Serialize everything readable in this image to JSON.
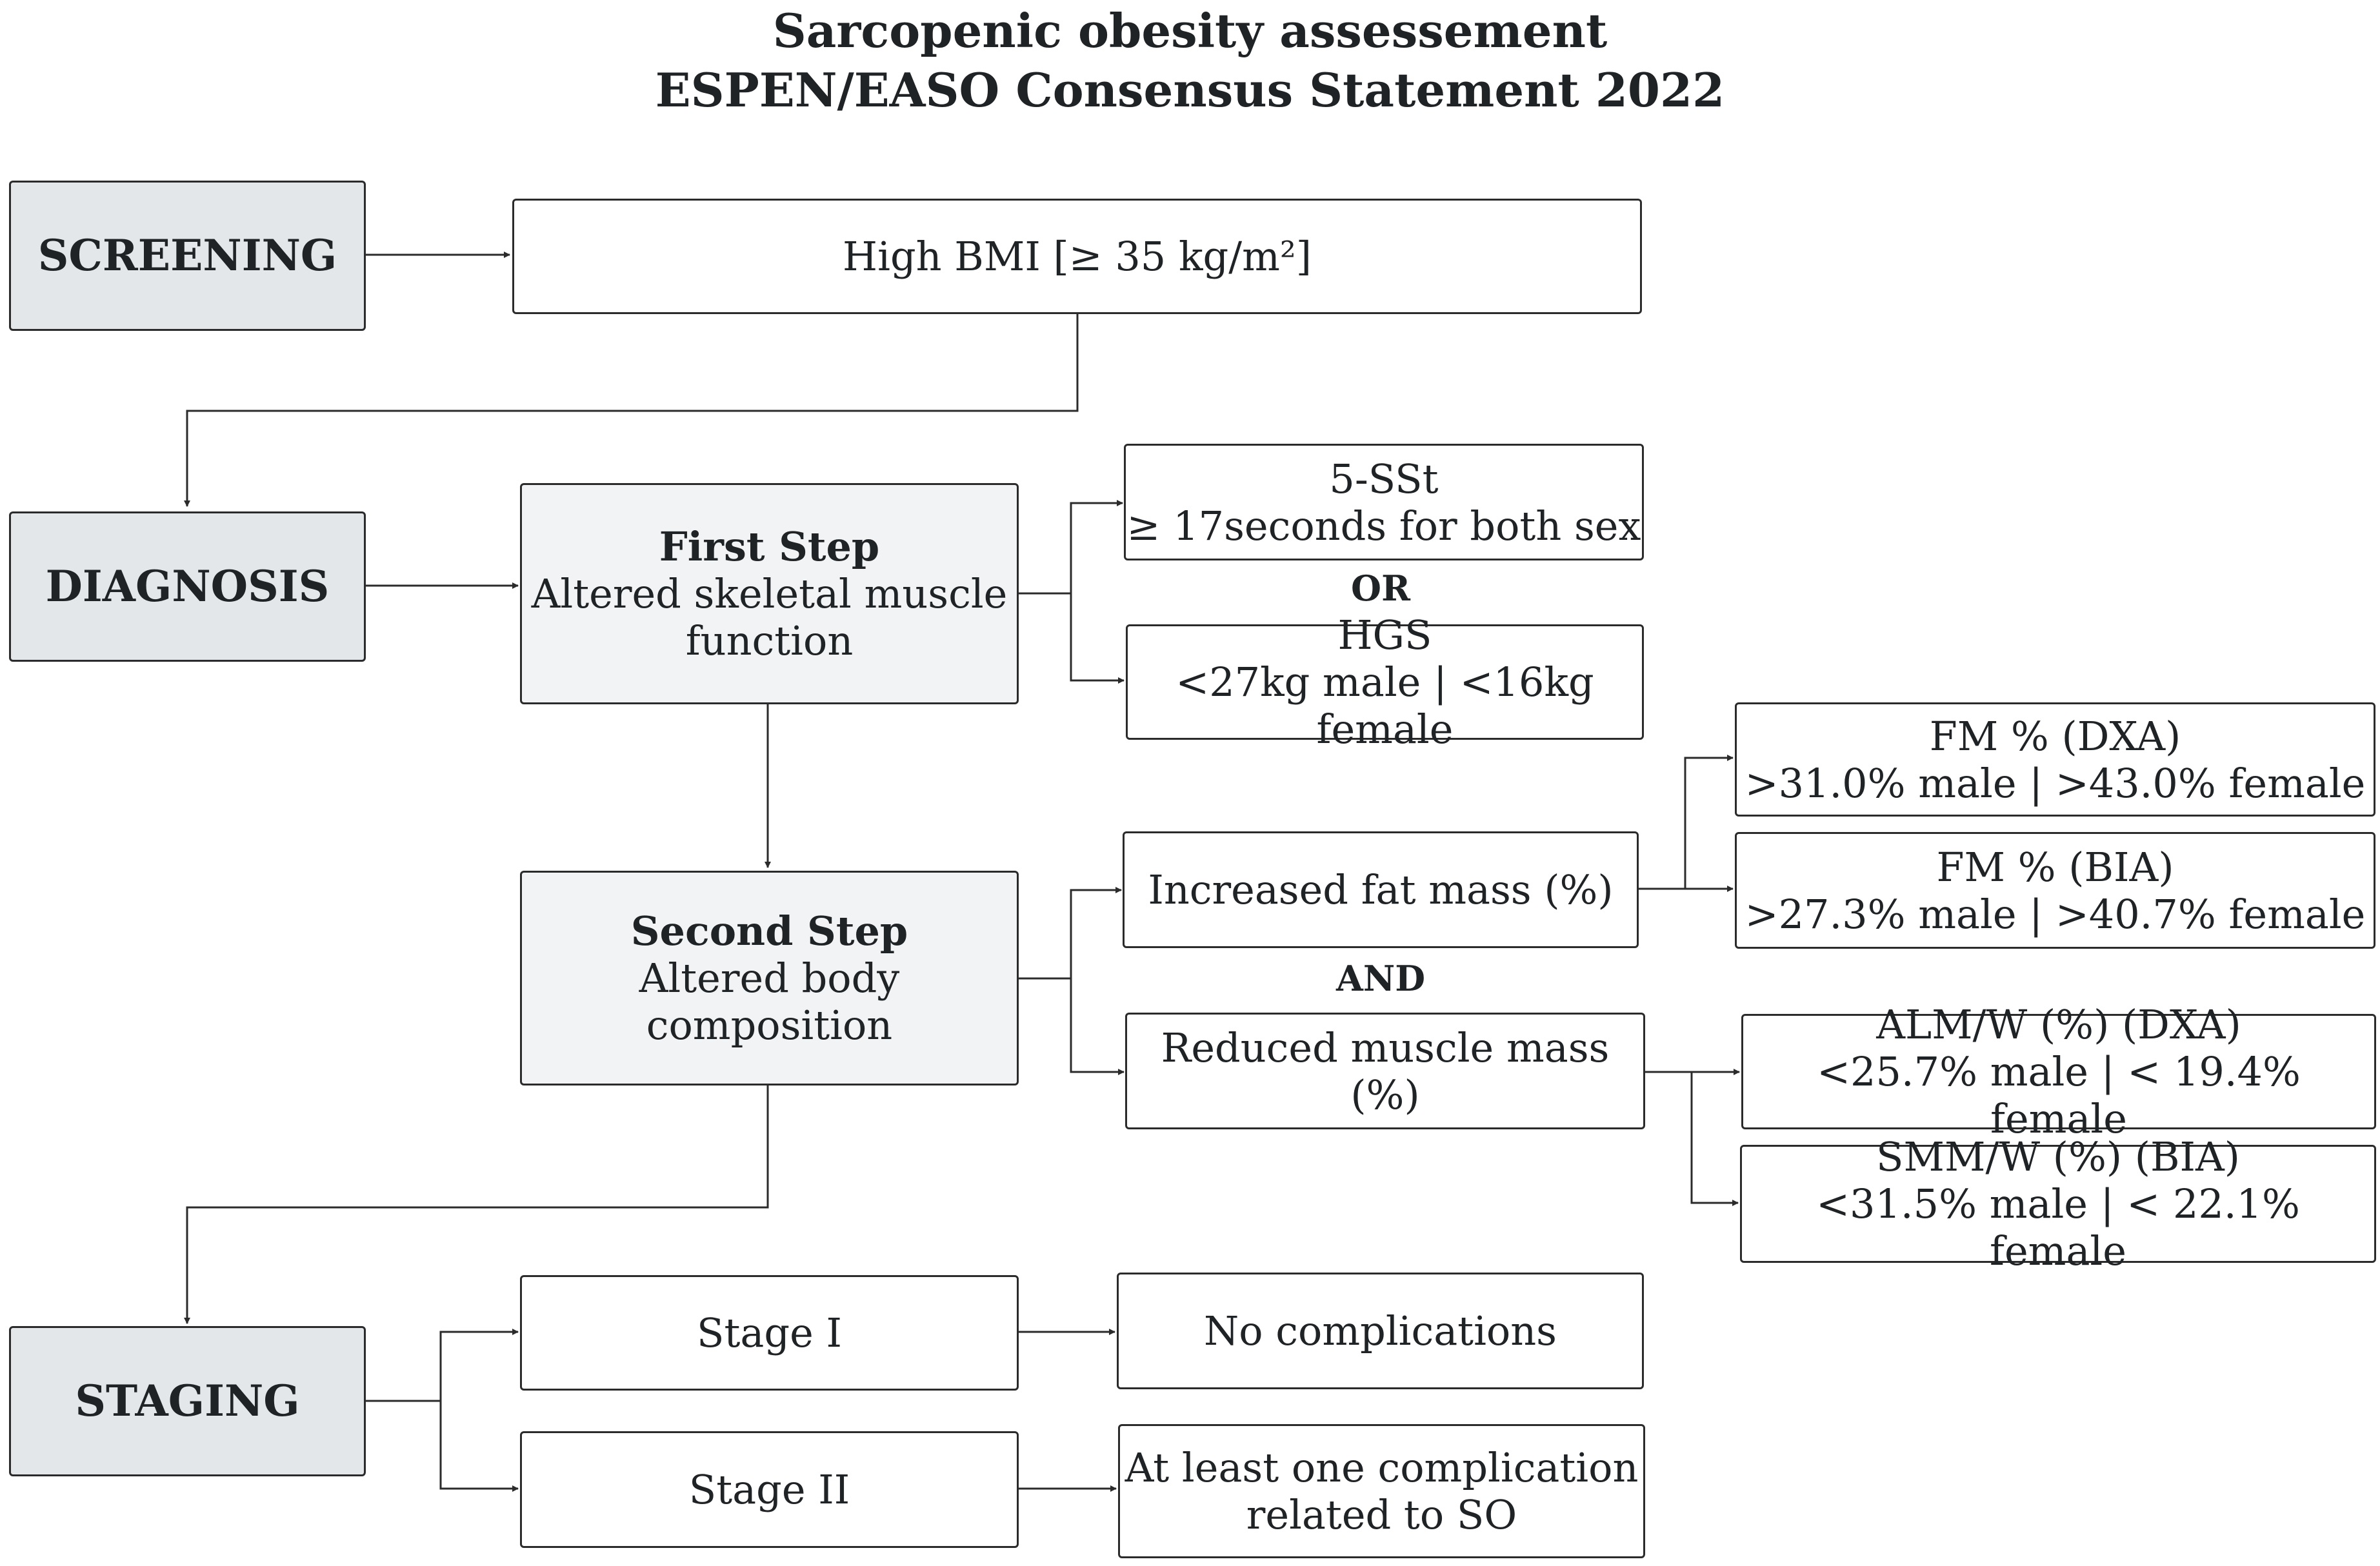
{
  "title": {
    "line1": "Sarcopenic obesity assessement",
    "line2": "ESPEN/EASO Consensus Statement 2022"
  },
  "screening": {
    "label": "SCREENING",
    "criterion": "High BMI [≥ 35 kg/m²]"
  },
  "diagnosis": {
    "label": "DIAGNOSIS",
    "first_step": {
      "title": "First Step",
      "line1": "Altered skeletal muscle",
      "line2": "function",
      "tests": [
        {
          "name": "5-SSt",
          "threshold": "≥ 17seconds for both sex"
        },
        {
          "name": "HGS",
          "threshold": "<27kg male | <16kg female"
        }
      ],
      "connector": "OR"
    },
    "second_step": {
      "title": "Second Step",
      "line1": "Altered body",
      "line2": "composition",
      "criteria": [
        {
          "label": "Increased fat mass (%)",
          "methods": [
            {
              "name": "FM % (DXA)",
              "threshold": ">31.0% male | >43.0% female"
            },
            {
              "name": "FM % (BIA)",
              "threshold": ">27.3% male | >40.7% female"
            }
          ]
        },
        {
          "label": "Reduced muscle mass (%)",
          "methods": [
            {
              "name": "ALM/W (%) (DXA)",
              "threshold": "<25.7% male | < 19.4% female"
            },
            {
              "name": "SMM/W (%) (BIA)",
              "threshold": "<31.5% male | < 22.1% female"
            }
          ]
        }
      ],
      "connector": "AND"
    }
  },
  "staging": {
    "label": "STAGING",
    "stages": [
      {
        "name": "Stage I",
        "description": "No complications"
      },
      {
        "name": "Stage II",
        "line1": "At least one complication",
        "line2": "related to SO"
      }
    ]
  },
  "colors": {
    "phase_fill": "#e4e7ea",
    "step_fill": "#f2f3f5",
    "border": "#2b2b2b"
  }
}
